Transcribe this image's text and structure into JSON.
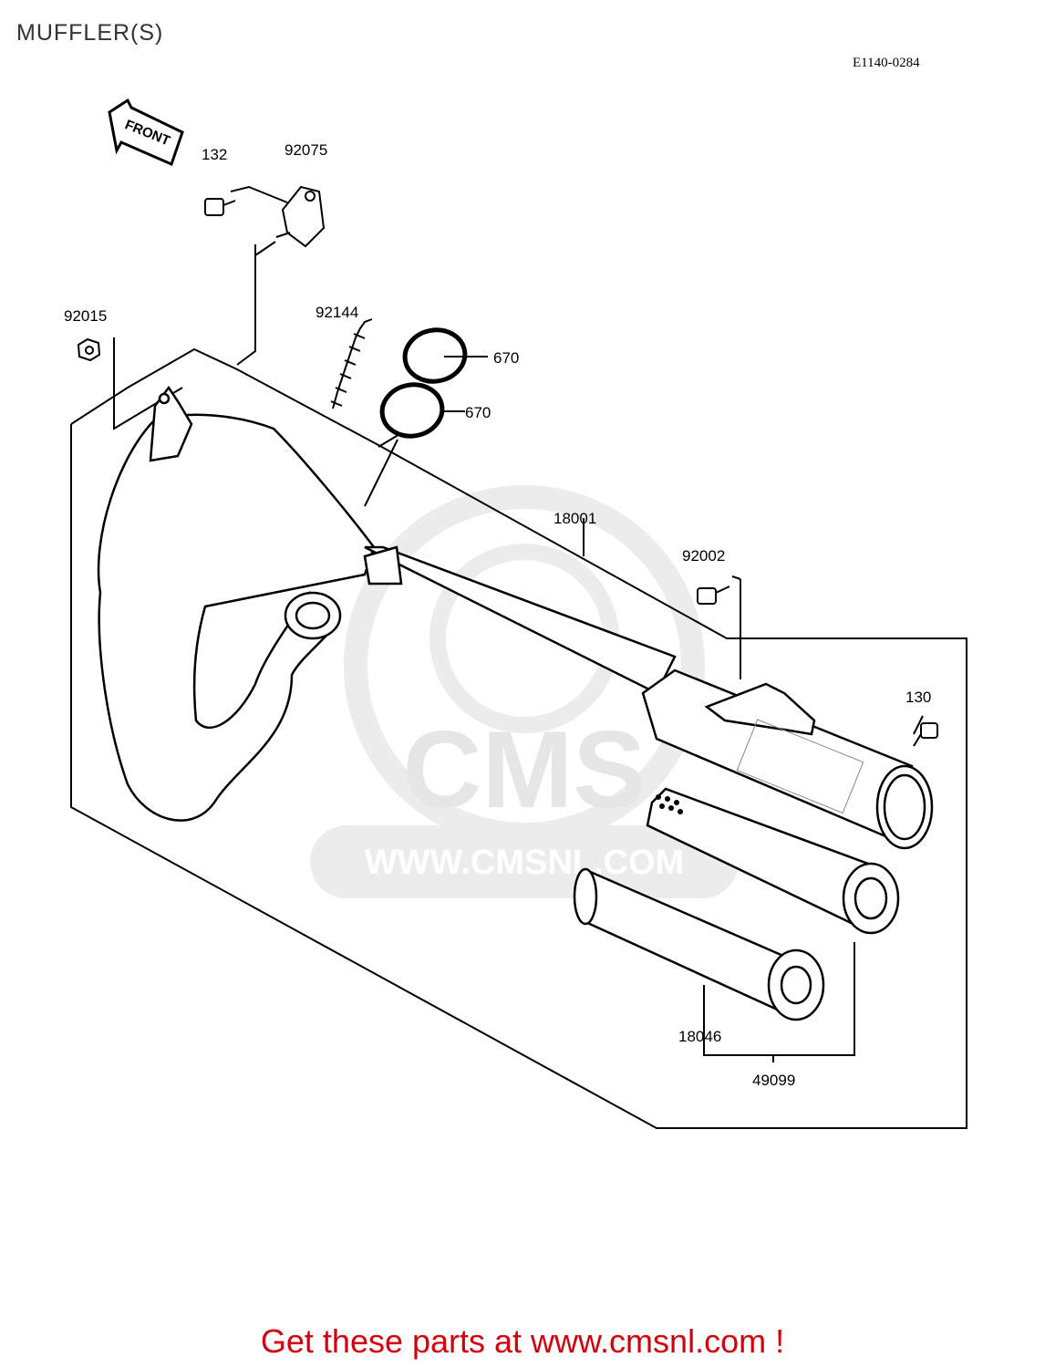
{
  "header": {
    "title": "MUFFLER(S)",
    "ref_code": "E1140-0284"
  },
  "front_arrow": {
    "text": "FRONT"
  },
  "parts": [
    {
      "number": "132"
    },
    {
      "number": "92075"
    },
    {
      "number": "92015"
    },
    {
      "number": "92144"
    },
    {
      "number": "670"
    },
    {
      "number": "670"
    },
    {
      "number": "18001"
    },
    {
      "number": "92002"
    },
    {
      "number": "130"
    },
    {
      "number": "18046"
    },
    {
      "number": "49099"
    }
  ],
  "watermark": {
    "brand": "CMS",
    "url": "WWW.CMSNL.COM"
  },
  "footer": {
    "cta": "Get these parts at www.cmsnl.com !"
  },
  "colors": {
    "cta": "#d4000d",
    "watermark": "#e6e6e6",
    "line": "#000000"
  }
}
